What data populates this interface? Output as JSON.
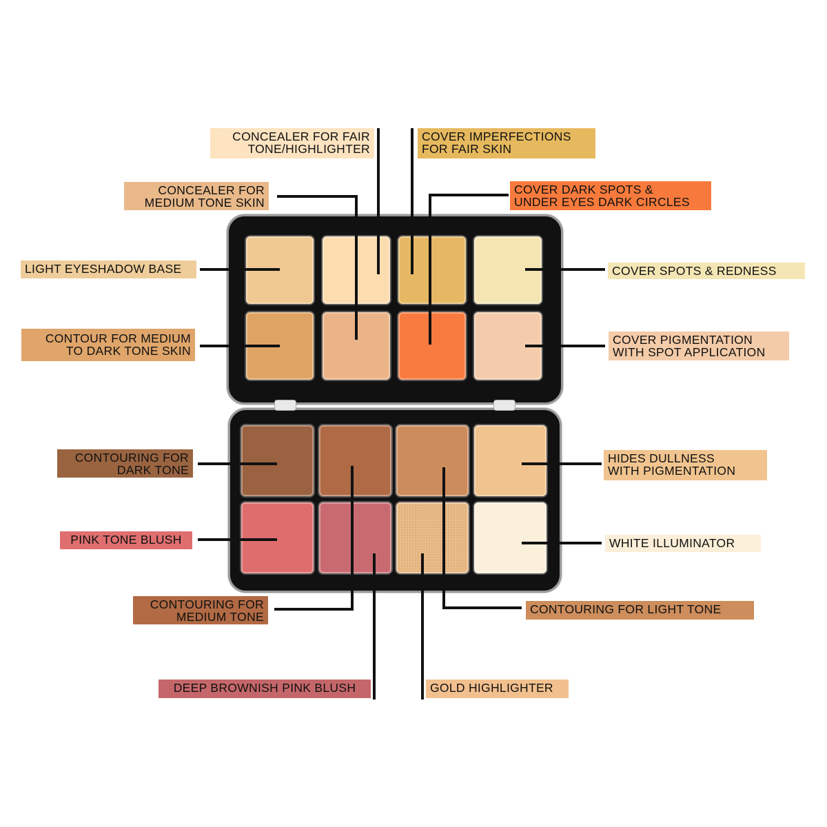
{
  "palette": {
    "top_pans": [
      {
        "shade": "light-eyeshadow-base",
        "color": "#f0c891"
      },
      {
        "shade": "concealer-fair",
        "color": "#fddcb0"
      },
      {
        "shade": "cover-imperfections",
        "color": "#e6b864"
      },
      {
        "shade": "cover-redness",
        "color": "#f4e5b2"
      },
      {
        "shade": "contour-medium-dark",
        "color": "#dfa464"
      },
      {
        "shade": "concealer-medium",
        "color": "#ebb488"
      },
      {
        "shade": "cover-dark-spots",
        "color": "#f97a3e"
      },
      {
        "shade": "cover-pigmentation",
        "color": "#f5ccab"
      }
    ],
    "bottom_pans": [
      {
        "shade": "contouring-dark",
        "color": "#9a6240"
      },
      {
        "shade": "contouring-medium",
        "color": "#b06a45"
      },
      {
        "shade": "contouring-light",
        "color": "#cd8c5c"
      },
      {
        "shade": "hides-dullness",
        "color": "#f1c38f"
      },
      {
        "shade": "pink-blush",
        "color": "#df6d6d"
      },
      {
        "shade": "deep-pink-blush",
        "color": "#c96a70"
      },
      {
        "shade": "gold-highlighter",
        "color": "#e5b47f"
      },
      {
        "shade": "white-illuminator",
        "color": "#fbf0dc"
      }
    ]
  },
  "labels": {
    "concealer_fair": {
      "lines": [
        "Concealer for fair",
        "tone/highlighter"
      ],
      "color": "#fde3c0"
    },
    "cover_imperfections": {
      "lines": [
        "Cover imperfections",
        "for fair skin"
      ],
      "color": "#e6b95e"
    },
    "concealer_medium": {
      "lines": [
        "Concealer for",
        "medium tone skin"
      ],
      "color": "#e9b98a"
    },
    "cover_dark_spots": {
      "lines": [
        "Cover dark spots &",
        "under eyes dark circles"
      ],
      "color": "#f77a3c"
    },
    "light_eyeshadow_base": {
      "lines": [
        "Light eyeshadow base"
      ],
      "color": "#efcd9a"
    },
    "cover_redness": {
      "lines": [
        "Cover spots & redness"
      ],
      "color": "#f4e6b4"
    },
    "contour_medium_dark": {
      "lines": [
        "Contour for medium",
        "to dark tone skin"
      ],
      "color": "#dfa56a"
    },
    "cover_pigmentation": {
      "lines": [
        "Cover pigmentation",
        "with spot application"
      ],
      "color": "#f4cba8"
    },
    "contouring_dark": {
      "lines": [
        "Contouring for",
        "dark tone"
      ],
      "color": "#9a6441"
    },
    "hides_dullness": {
      "lines": [
        "Hides dullness",
        "with pigmentation"
      ],
      "color": "#f1c48f"
    },
    "pink_blush": {
      "lines": [
        "Pink tone blush"
      ],
      "color": "#df6f6f"
    },
    "white_illuminator": {
      "lines": [
        "White illuminator"
      ],
      "color": "#fbefd9"
    },
    "contouring_medium": {
      "lines": [
        "Contouring for",
        "medium tone"
      ],
      "color": "#b26a44"
    },
    "contouring_light": {
      "lines": [
        "Contouring for light tone"
      ],
      "color": "#cd8d5c"
    },
    "deep_pink_blush": {
      "lines": [
        "Deep brownish pink blush"
      ],
      "color": "#c5676a"
    },
    "gold_highlighter": {
      "lines": [
        "Gold highlighter"
      ],
      "color": "#f2c08e"
    }
  }
}
